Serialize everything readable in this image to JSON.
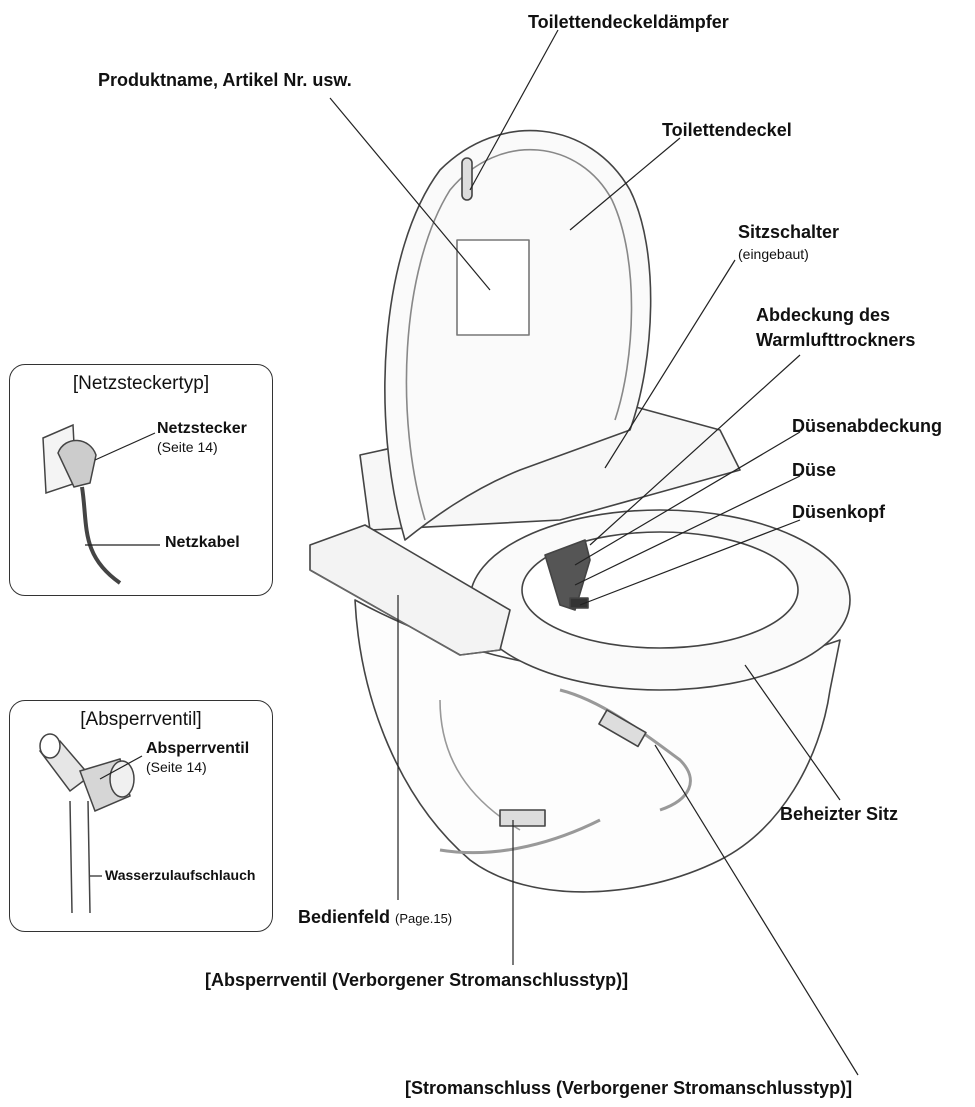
{
  "labels": {
    "damper": "Toilettendeckeldämpfer",
    "product": "Produktname, Artikel Nr. usw.",
    "lid": "Toilettendeckel",
    "seat_switch": "Sitzschalter",
    "seat_switch_note": "(eingebaut)",
    "dryer_cover_1": "Abdeckung des",
    "dryer_cover_2": "Warmlufttrockners",
    "nozzle_cover": "Düsenabdeckung",
    "nozzle": "Düse",
    "nozzle_head": "Düsenkopf",
    "heated_seat": "Beheizter Sitz",
    "panel": "Bedienfeld",
    "panel_note": "(Page.15)",
    "valve_hidden": "[Absperrventil (Verborgener Stromanschlusstyp)]",
    "power_hidden": "[Stromanschluss (Verborgener Stromanschlusstyp)]"
  },
  "inset_plug": {
    "title": "[Netzsteckertyp]",
    "plug": "Netzstecker",
    "plug_note": "(Seite 14)",
    "cable": "Netzkabel"
  },
  "inset_valve": {
    "title": "[Absperrventil]",
    "valve": "Absperrventil",
    "valve_note": "(Seite 14)",
    "hose": "Wasserzulaufschlauch"
  }
}
